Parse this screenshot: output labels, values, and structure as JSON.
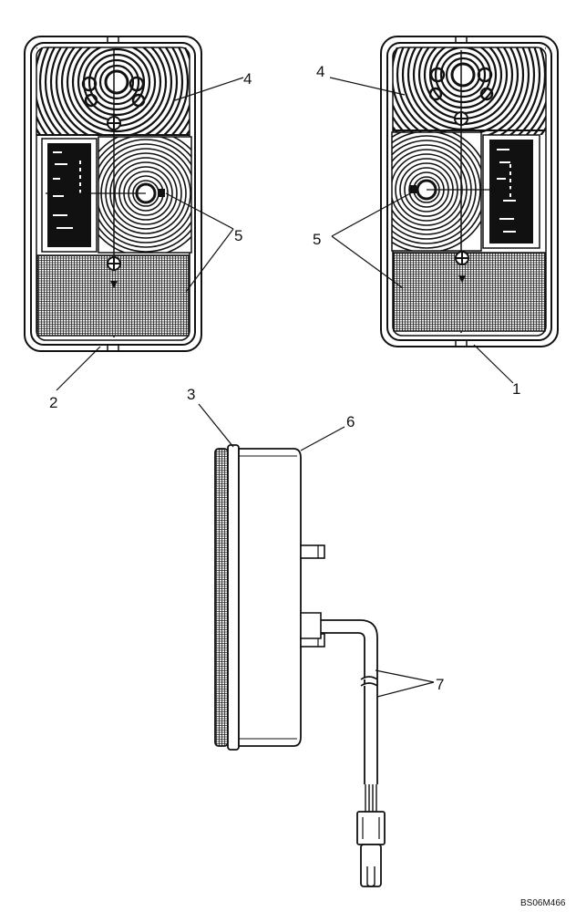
{
  "drawing_code": "BS06M466",
  "callouts": {
    "c1": "1",
    "c2": "2",
    "c3": "3",
    "c4_left": "4",
    "c4_right": "4",
    "c5_left": "5",
    "c5_right": "5",
    "c6": "6",
    "c7": "7"
  },
  "colors": {
    "line": "#111111",
    "paper": "#ffffff",
    "label_panel": "#111111"
  }
}
